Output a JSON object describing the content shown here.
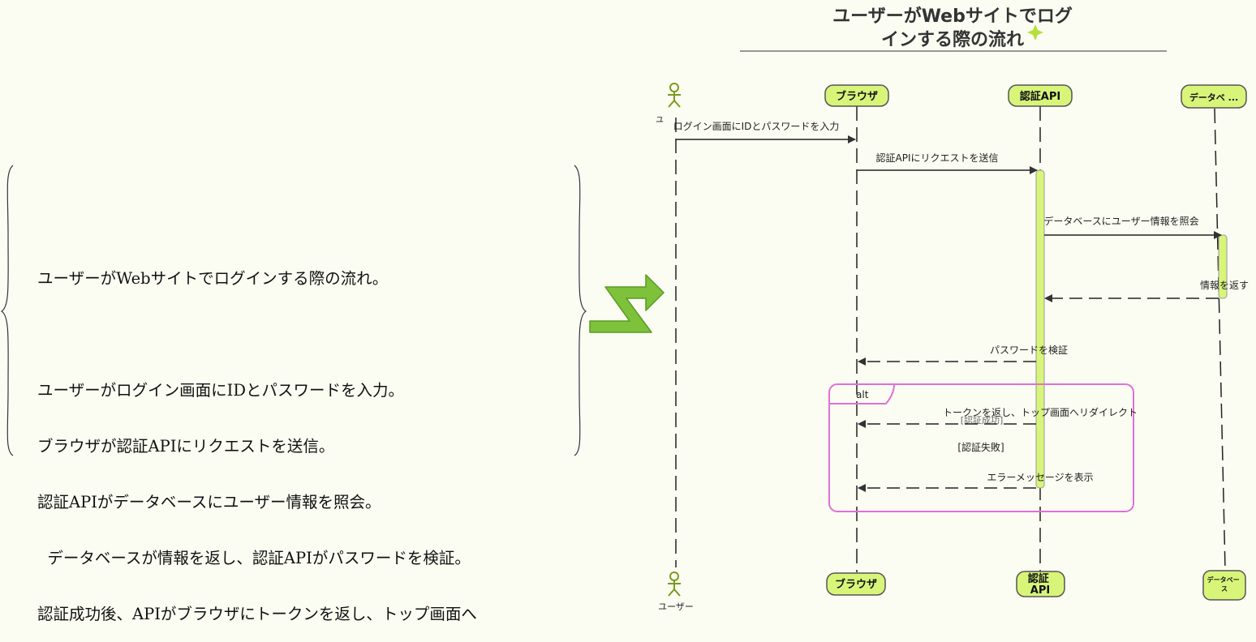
{
  "title_lines": [
    "ユーザーがWebサイトでログ",
    "インする際の流れ"
  ],
  "note_lines": [
    "ユーザーがWebサイトでログインする際の流れ。",
    "",
    "ユーザーがログイン画面にIDとパスワードを入力。",
    "ブラウザが認証APIにリクエストを送信。",
    "認証APIがデータベースにユーザー情報を照会。",
    "  データベースが情報を返し、認証APIがパスワードを検証。",
    "認証成功後、APIがブラウザにトークンを返し、トップ画面へ"
  ],
  "participants": {
    "user": "ユーザー",
    "browser": "ブラウザ",
    "auth": "認証API",
    "db_top": "データベ ...",
    "db_bottom": "データベース"
  },
  "messages": {
    "m1": "ログイン画面にIDとパスワードを入力",
    "m2": "認証APIにリクエストを送信",
    "m3": "データベースにユーザー情報を照会",
    "m4": "情報を返す",
    "m5": "パスワードを検証",
    "m6": "トークンを返し、トップ画面へリダイレクト",
    "m7": "エラーメッセージを表示"
  },
  "alt": {
    "label": "alt",
    "guard_success": "[認証成功]",
    "guard_fail": "[認証失敗]"
  },
  "colors": {
    "participant_fill": "#d8f57a",
    "participant_stroke": "#555555",
    "actor": "#7a9a1a",
    "alt_frame": "#e070d8",
    "arrow_icon": "#7dc23a",
    "activation": "#d8f57a"
  }
}
